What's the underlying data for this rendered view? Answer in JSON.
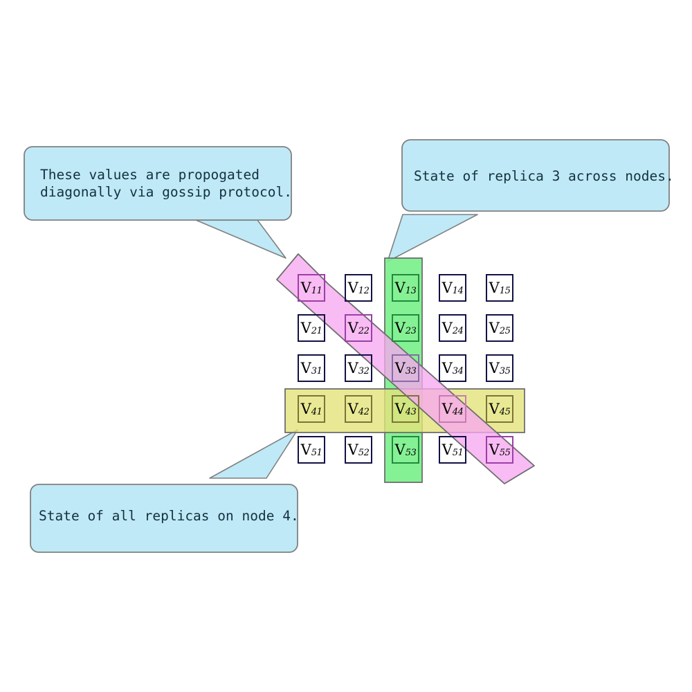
{
  "diagram": {
    "title": "Replica state grid with gossip propagation",
    "background": "#ffffff",
    "colors": {
      "callout_fill": "#bfe9f7",
      "callout_stroke": "#808080",
      "callout_text": "#14313d",
      "band_green": "#7bf08c",
      "band_yellow": "#e3e37a",
      "band_magenta": "#f7a8f0",
      "band_stroke": "#6e6e6e",
      "cell_border": "#111144",
      "cell_text": "#000000"
    },
    "callouts": [
      {
        "id": "gossip-callout",
        "name": "callout-gossip",
        "lines": [
          "These values are propogated",
          "diagonally via gossip protocol."
        ],
        "text": "These values are propogated\ndiagonally via gossip protocol.",
        "points_to": "diagonal-magenta-band"
      },
      {
        "id": "replica3-callout",
        "name": "callout-replica-3",
        "lines": [
          "State of replica 3 across nodes."
        ],
        "text": "State of replica 3 across nodes.",
        "points_to": "column-green-band"
      },
      {
        "id": "node4-callout",
        "name": "callout-node-4",
        "lines": [
          "State of all replicas on node 4."
        ],
        "text": "State of all replicas on node 4.",
        "points_to": "row-yellow-band"
      }
    ],
    "bands": [
      {
        "id": "column-green-band",
        "name": "replica-3-column-band",
        "orientation": "vertical",
        "covers": "column 3",
        "fill": "#7bf08c"
      },
      {
        "id": "row-yellow-band",
        "name": "node-4-row-band",
        "orientation": "horizontal",
        "covers": "row 4",
        "fill": "#e3e37a"
      },
      {
        "id": "diagonal-magenta-band",
        "name": "gossip-diagonal-band",
        "orientation": "diagonal",
        "covers": "V11, V22, V33, V44, V55",
        "fill": "#f7a8f0"
      }
    ],
    "grid": {
      "rows": 5,
      "cols": 5,
      "cells": [
        [
          {
            "base": "V",
            "sub": "11",
            "highlight": "magenta"
          },
          {
            "base": "V",
            "sub": "12",
            "highlight": "none"
          },
          {
            "base": "V",
            "sub": "13",
            "highlight": "green"
          },
          {
            "base": "V",
            "sub": "14",
            "highlight": "none"
          },
          {
            "base": "V",
            "sub": "15",
            "highlight": "none"
          }
        ],
        [
          {
            "base": "V",
            "sub": "21",
            "highlight": "none"
          },
          {
            "base": "V",
            "sub": "22",
            "highlight": "magenta"
          },
          {
            "base": "V",
            "sub": "23",
            "highlight": "green"
          },
          {
            "base": "V",
            "sub": "24",
            "highlight": "none"
          },
          {
            "base": "V",
            "sub": "25",
            "highlight": "none"
          }
        ],
        [
          {
            "base": "V",
            "sub": "31",
            "highlight": "none"
          },
          {
            "base": "V",
            "sub": "32",
            "highlight": "none"
          },
          {
            "base": "V",
            "sub": "33",
            "highlight": "purple"
          },
          {
            "base": "V",
            "sub": "34",
            "highlight": "none"
          },
          {
            "base": "V",
            "sub": "35",
            "highlight": "none"
          }
        ],
        [
          {
            "base": "V",
            "sub": "41",
            "highlight": "yellow"
          },
          {
            "base": "V",
            "sub": "42",
            "highlight": "yellow"
          },
          {
            "base": "V",
            "sub": "43",
            "highlight": "yellow"
          },
          {
            "base": "V",
            "sub": "44",
            "highlight": "pink"
          },
          {
            "base": "V",
            "sub": "45",
            "highlight": "yellow"
          }
        ],
        [
          {
            "base": "V",
            "sub": "51",
            "highlight": "none"
          },
          {
            "base": "V",
            "sub": "52",
            "highlight": "none"
          },
          {
            "base": "V",
            "sub": "53",
            "highlight": "green"
          },
          {
            "base": "V",
            "sub": "51",
            "highlight": "none"
          },
          {
            "base": "V",
            "sub": "55",
            "highlight": "magenta"
          }
        ]
      ]
    }
  }
}
